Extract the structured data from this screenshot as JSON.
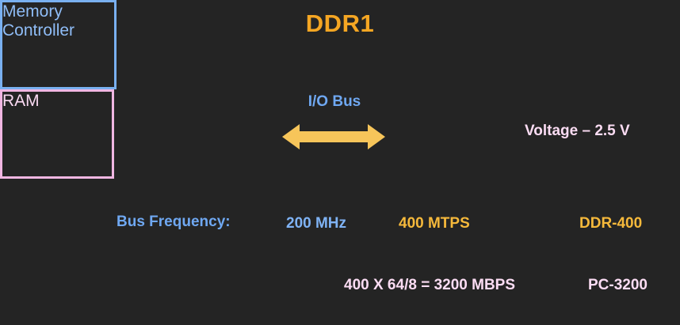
{
  "slide": {
    "title": "DDR1",
    "background_color": "#242424",
    "title_color": "#F5A623"
  },
  "diagram": {
    "memory_controller": {
      "label_line1": "Memory",
      "label_line2": "Controller",
      "border_color": "#79B0F0",
      "text_color": "#8FBDF7"
    },
    "ram": {
      "label": "RAM",
      "border_color": "#F0B6E2",
      "text_color": "#FAD9F2"
    },
    "bus": {
      "label": "I/O Bus",
      "label_color": "#6FA8F2",
      "arrow_color": "#F7C55A",
      "arrow_icon": "double-headed-arrow-icon"
    }
  },
  "voltage": {
    "text": "Voltage – 2.5 V",
    "color": "#FBDCF3"
  },
  "specs": {
    "label": "Bus Frequency:",
    "label_color": "#6FA8F2",
    "bus_frequency": "200 MHz",
    "bus_frequency_color": "#7FB3F5",
    "transfer_rate": "400 MTPS",
    "transfer_rate_color": "#F6B93B",
    "module_name": "DDR-400",
    "module_name_color": "#F6B93B"
  },
  "bandwidth": {
    "calculation": "400 X 64/8 = 3200 MBPS",
    "pc_rating": "PC-3200",
    "color": "#FBDCF3"
  }
}
